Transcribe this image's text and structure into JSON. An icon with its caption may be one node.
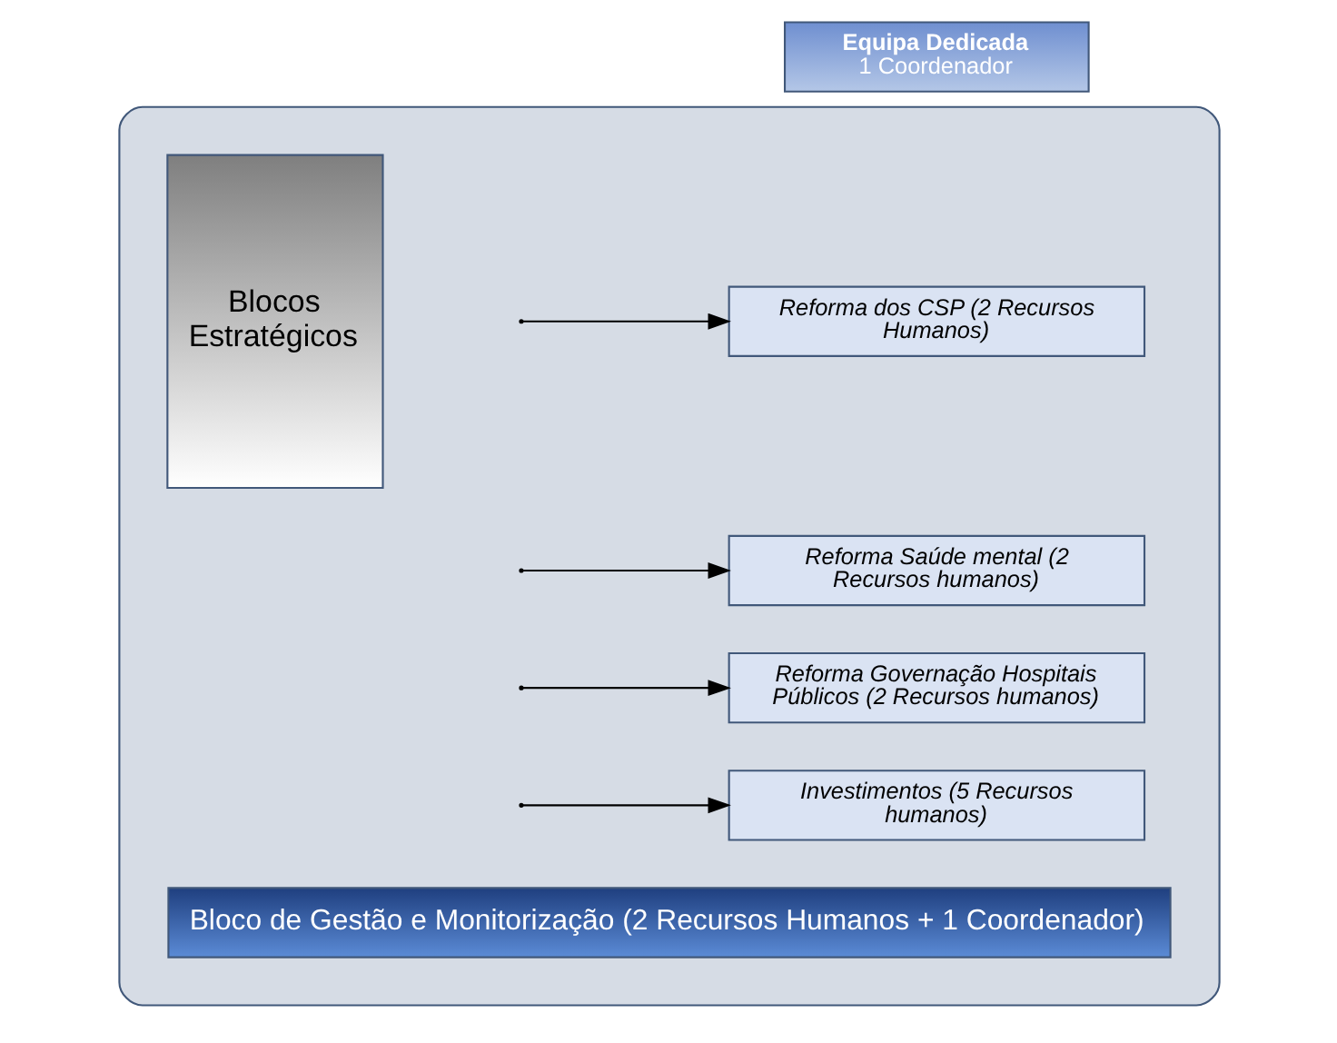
{
  "diagram": {
    "nodes": [
      {
        "text": [
          "Equipa Dedicada",
          "1 Coordenador"
        ]
      },
      {
        "text": [],
        "shape": "box"
      },
      {
        "text": [
          "Blocos Estratégicos"
        ],
        "in": 1
      },
      {
        "text": [
          "Reforma dos CSP (2 Recursos Humanos)"
        ],
        "in": 1
      },
      {
        "text": [
          "Reforma Saúde mental (2 Recursos humanos)"
        ],
        "in": 1
      },
      {
        "text": [
          "Reforma Governação Hospitais Públicos (2 Recursos humanos)"
        ],
        "in": 1
      },
      {
        "text": [
          "Investimentos (5 Recursos humanos)"
        ],
        "in": 1
      },
      {
        "text": [
          "Bloco de Gestão e Monitorização (2 Recursos Humanos + 1 Coordenador)"
        ],
        "in": 1
      }
    ],
    "edges": [
      {
        "from": null,
        "to": 3,
        "arrow": "to"
      },
      {
        "from": null,
        "to": 4,
        "arrow": "to"
      },
      {
        "from": null,
        "to": 5,
        "arrow": "to"
      },
      {
        "from": null,
        "to": 6,
        "arrow": "to"
      }
    ]
  }
}
